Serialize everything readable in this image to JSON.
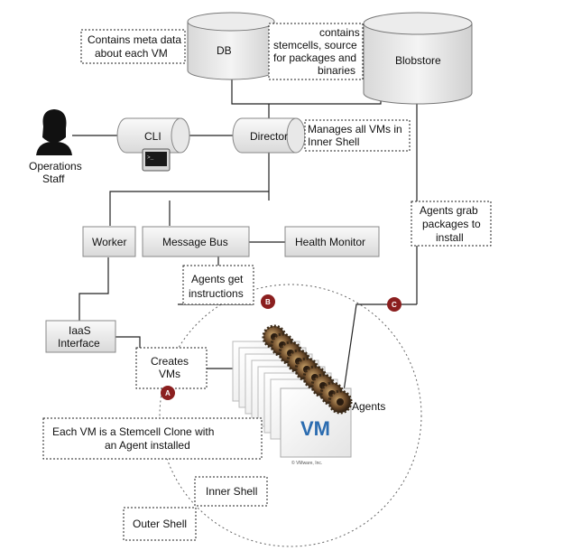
{
  "nodes": {
    "db": "DB",
    "blobstore": "Blobstore",
    "cli": "CLI",
    "director": "Director",
    "worker": "Worker",
    "message_bus": "Message Bus",
    "health_monitor": "Health Monitor",
    "iaas_line1": "IaaS",
    "iaas_line2": "Interface",
    "operations_line1": "Operations",
    "operations_line2": "Staff",
    "agents": "Agents",
    "vm_label": "VM",
    "vm_copyright": "© VMware, Inc."
  },
  "notes": {
    "db_note": [
      "Contains meta data",
      "about each VM"
    ],
    "blob_note": [
      "contains",
      "stemcells, source",
      "for packages and",
      "binaries"
    ],
    "director_note": [
      "Manages all VMs in",
      "Inner Shell"
    ],
    "agents_grab": [
      "Agents grab",
      "packages to",
      "install"
    ],
    "agents_get": [
      "Agents get",
      "instructions"
    ],
    "creates_vms": [
      "Creates",
      "VMs"
    ],
    "stemcell_note": [
      "Each VM is a Stemcell Clone with",
      "an Agent installed"
    ],
    "inner_shell": "Inner Shell",
    "outer_shell": "Outer Shell"
  },
  "markers": {
    "a": "A",
    "b": "B",
    "c": "C"
  },
  "colors": {
    "marker": "#8b1f1f",
    "vm_text": "#2b6cb0"
  }
}
